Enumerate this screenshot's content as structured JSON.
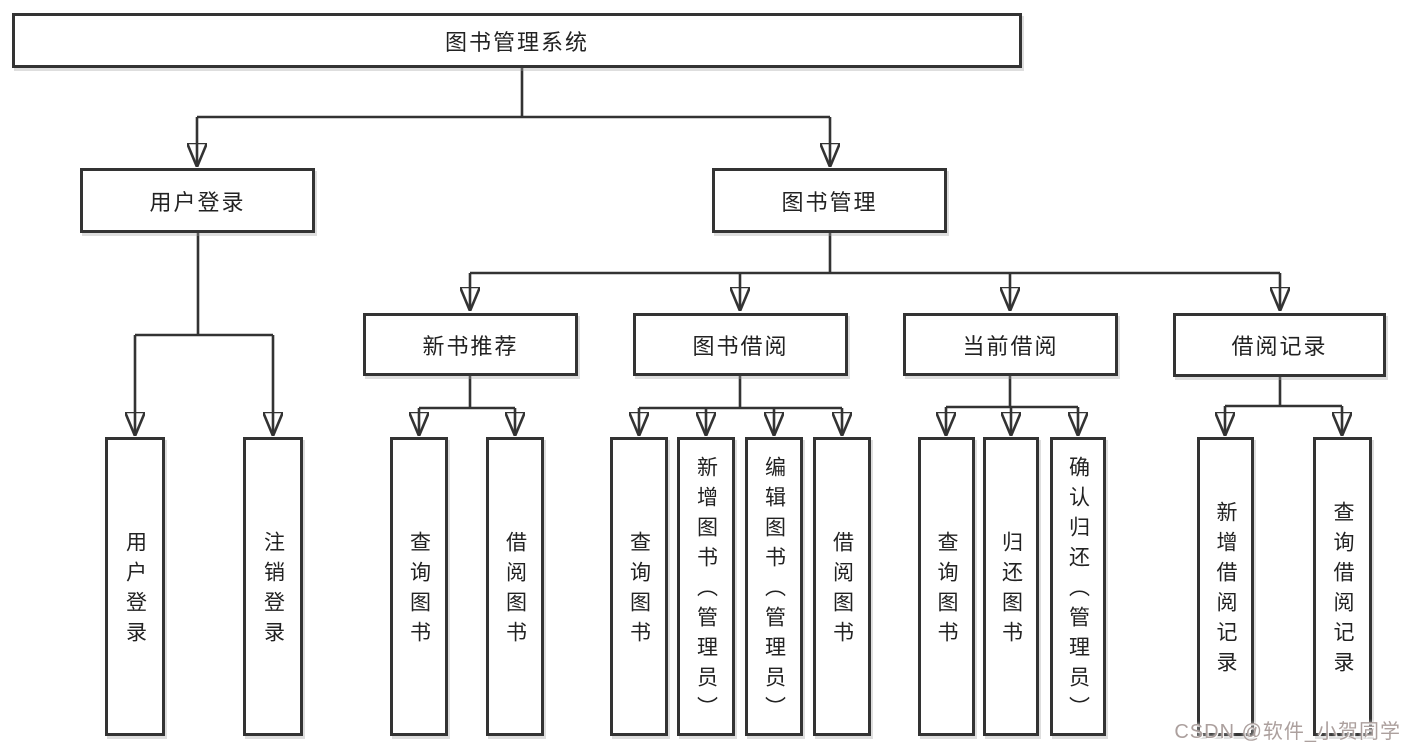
{
  "root": {
    "label": "图书管理系统"
  },
  "level2": [
    {
      "label": "用户登录"
    },
    {
      "label": "图书管理"
    }
  ],
  "level3": [
    {
      "label": "新书推荐"
    },
    {
      "label": "图书借阅"
    },
    {
      "label": "当前借阅"
    },
    {
      "label": "借阅记录"
    }
  ],
  "leaves": {
    "user_login": [
      "用户登录",
      "注销登录"
    ],
    "new_book_recommend": [
      "查询图书",
      "借阅图书"
    ],
    "book_borrow": [
      "查询图书",
      "新增图书（管理员）",
      "编辑图书（管理员）",
      "借阅图书"
    ],
    "current_borrow": [
      "查询图书",
      "归还图书",
      "确认归还（管理员）"
    ],
    "borrow_records": [
      "新增借阅记录",
      "查询借阅记录"
    ]
  },
  "colors": {
    "line": "#333333",
    "box_border": "#333333",
    "text": "#222222",
    "background": "#ffffff",
    "watermark": "#aca09e"
  },
  "watermark": {
    "text": "CSDN @软件_小贺同学"
  }
}
